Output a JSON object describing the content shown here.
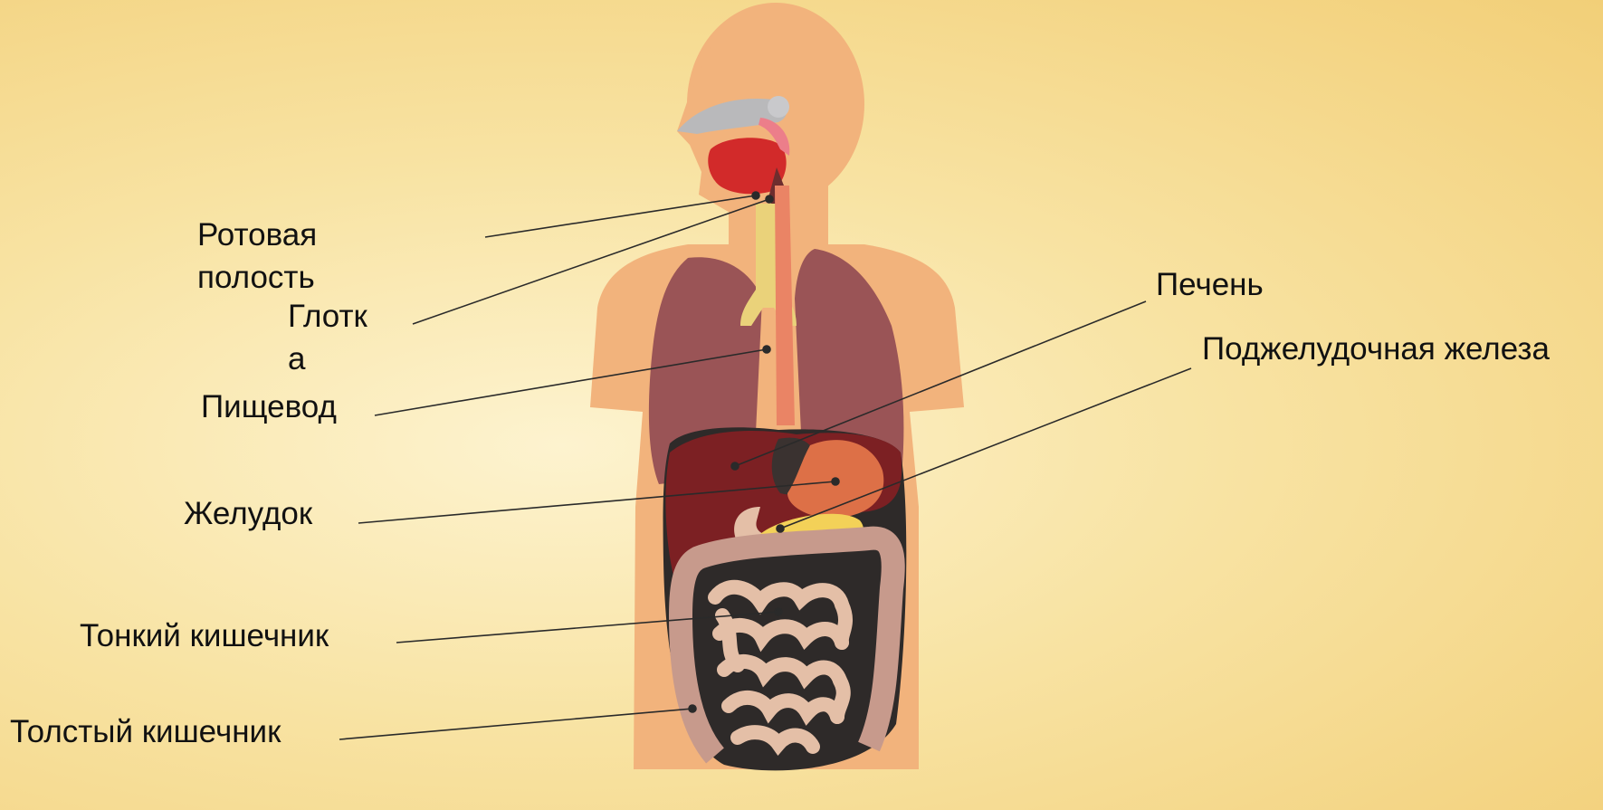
{
  "labels": {
    "mouth": [
      "Ротовая",
      "полость"
    ],
    "pharynx": [
      "Глотк",
      "а"
    ],
    "esophagus": "Пищевод",
    "stomach": "Желудок",
    "small_intestine": "Тонкий кишечник",
    "large_intestine": "Толстый кишечник",
    "liver": "Печень",
    "pancreas": "Поджелудочная железа"
  },
  "colors": {
    "skin": "#f2b37c",
    "lung": "#9a5456",
    "liver": "#7c2023",
    "stomach": "#dd7047",
    "intestine": "#e4bfa7",
    "large_intestine": "#c79a8c",
    "pancreas": "#f3d158",
    "cavity": "#2e2a29",
    "trachea": "#ead27a"
  }
}
